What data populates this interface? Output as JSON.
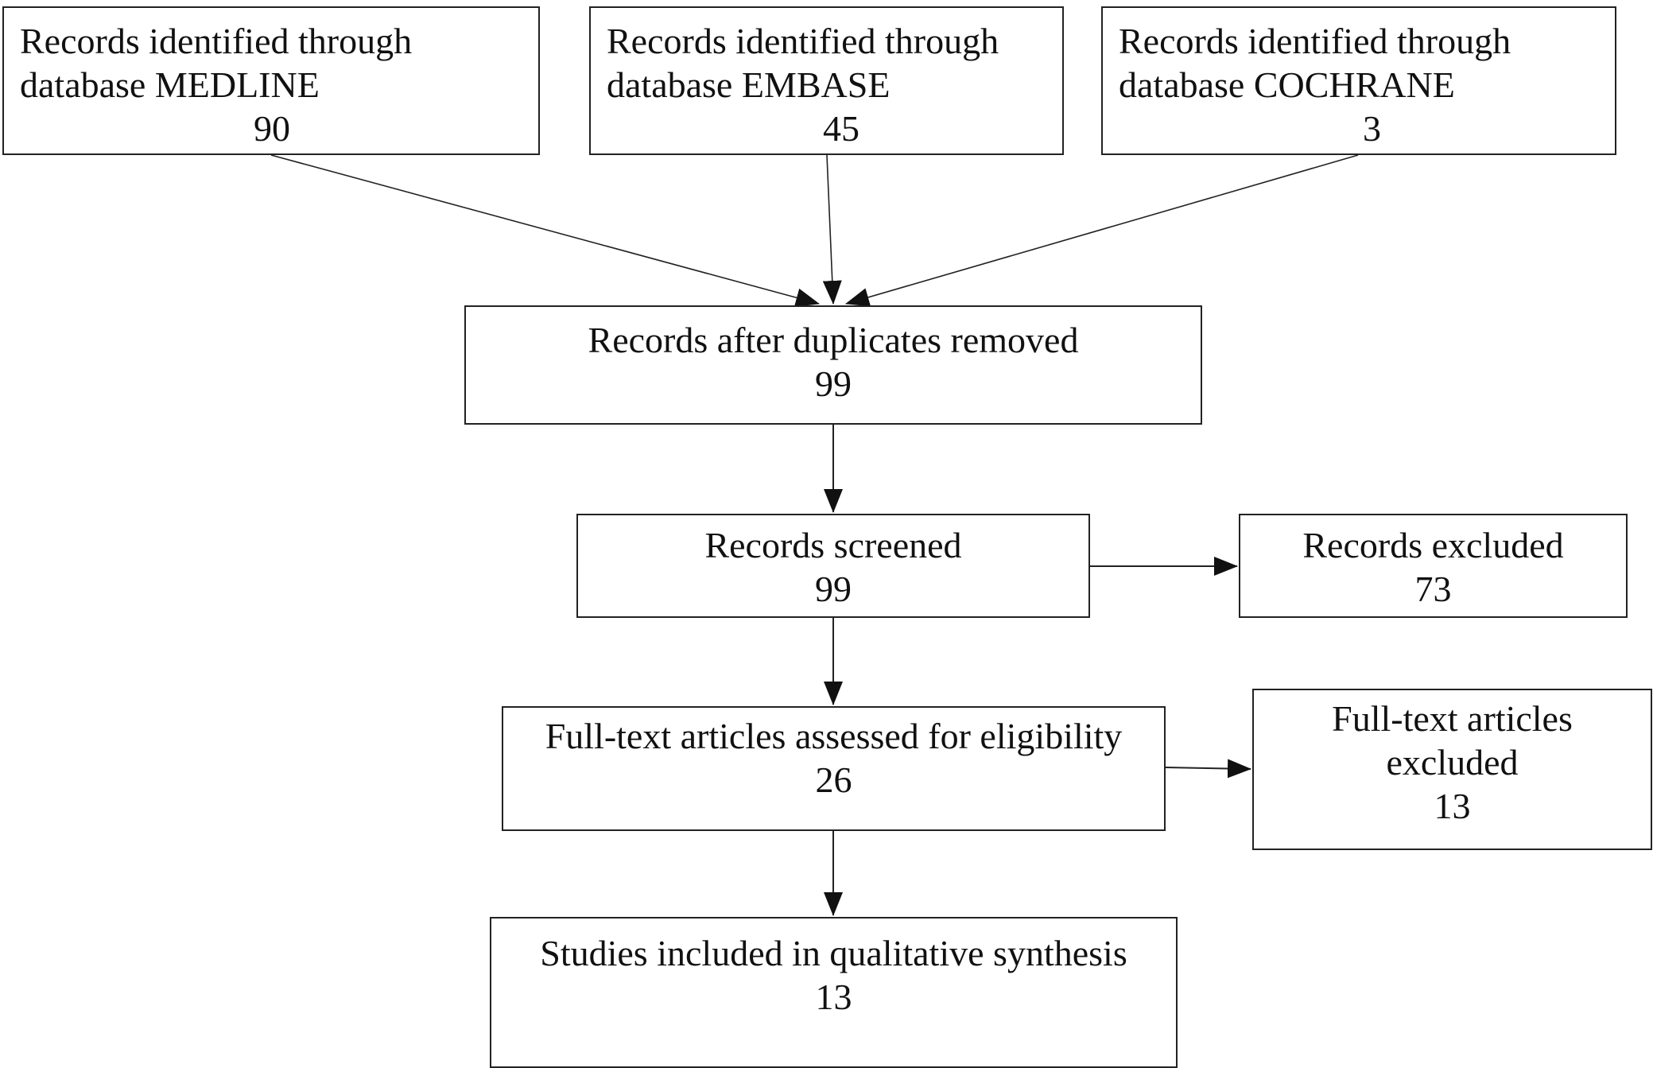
{
  "boxes": {
    "medline": {
      "line1": "Records identified through",
      "line2": "database MEDLINE",
      "count": "90"
    },
    "embase": {
      "line1": "Records identified through",
      "line2": "database EMBASE",
      "count": "45"
    },
    "cochrane": {
      "line1": "Records identified through",
      "line2": "database COCHRANE",
      "count": "3"
    },
    "duplicates": {
      "line1": "Records after duplicates removed",
      "count": "99"
    },
    "screened": {
      "line1": "Records screened",
      "count": "99"
    },
    "excluded": {
      "line1": "Records excluded",
      "count": "73"
    },
    "fulltext": {
      "line1": "Full-text articles assessed for eligibility",
      "count": "26"
    },
    "fulltext_excluded": {
      "line1": "Full-text articles",
      "line2": "excluded",
      "count": "13"
    },
    "included": {
      "line1": "Studies included in qualitative synthesis",
      "count": "13"
    }
  },
  "colors": {
    "stroke": "#222222",
    "text": "#111111",
    "background": "#ffffff"
  }
}
